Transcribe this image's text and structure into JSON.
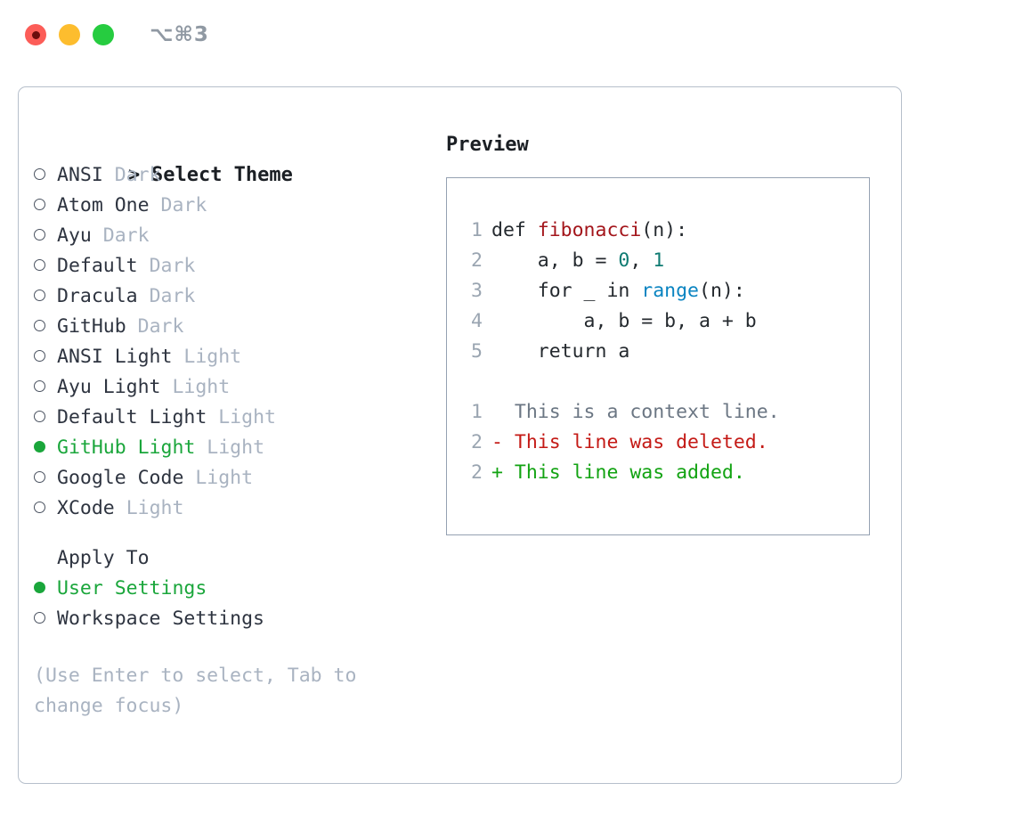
{
  "window": {
    "title": "⌥⌘3",
    "traffic_lights": [
      {
        "name": "close",
        "color": "#fc5d58"
      },
      {
        "name": "minimize",
        "color": "#fdbd2e"
      },
      {
        "name": "maximize",
        "color": "#26cc40"
      }
    ]
  },
  "theme_list": {
    "heading": "Select Theme",
    "heading_marker": ">",
    "items": [
      {
        "marker": "○",
        "name": "ANSI",
        "badge": "Dark",
        "selected": false
      },
      {
        "marker": "○",
        "name": "Atom One",
        "badge": "Dark",
        "selected": false
      },
      {
        "marker": "○",
        "name": "Ayu",
        "badge": "Dark",
        "selected": false
      },
      {
        "marker": "○",
        "name": "Default",
        "badge": "Dark",
        "selected": false
      },
      {
        "marker": "○",
        "name": "Dracula",
        "badge": "Dark",
        "selected": false
      },
      {
        "marker": "○",
        "name": "GitHub",
        "badge": "Dark",
        "selected": false
      },
      {
        "marker": "○",
        "name": "ANSI Light",
        "badge": "Light",
        "selected": false
      },
      {
        "marker": "○",
        "name": "Ayu Light",
        "badge": "Light",
        "selected": false
      },
      {
        "marker": "○",
        "name": "Default Light",
        "badge": "Light",
        "selected": false
      },
      {
        "marker": "●",
        "name": "GitHub Light",
        "badge": "Light",
        "selected": true
      },
      {
        "marker": "○",
        "name": "Google Code",
        "badge": "Light",
        "selected": false
      },
      {
        "marker": "○",
        "name": "XCode",
        "badge": "Light",
        "selected": false
      }
    ]
  },
  "apply_to": {
    "title": "Apply To",
    "options": [
      {
        "marker": "●",
        "label": "User Settings",
        "selected": true
      },
      {
        "marker": "○",
        "label": "Workspace Settings",
        "selected": false
      }
    ]
  },
  "hint": "(Use Enter to select, Tab to change focus)",
  "preview": {
    "title": "Preview",
    "code_lines": [
      {
        "num": "1",
        "tokens": [
          {
            "t": "def ",
            "c": "tok-def"
          },
          {
            "t": "fibonacci",
            "c": "tok-fn"
          },
          {
            "t": "(n):",
            "c": "tok-def"
          }
        ]
      },
      {
        "num": "2",
        "tokens": [
          {
            "t": "    a, b = ",
            "c": "tok-def"
          },
          {
            "t": "0",
            "c": "tok-num"
          },
          {
            "t": ", ",
            "c": "tok-def"
          },
          {
            "t": "1",
            "c": "tok-num"
          }
        ]
      },
      {
        "num": "3",
        "tokens": [
          {
            "t": "    for _ in ",
            "c": "tok-def"
          },
          {
            "t": "range",
            "c": "tok-bi"
          },
          {
            "t": "(n):",
            "c": "tok-def"
          }
        ]
      },
      {
        "num": "4",
        "tokens": [
          {
            "t": "        a, b = b, a + b",
            "c": "tok-def"
          }
        ]
      },
      {
        "num": "5",
        "tokens": [
          {
            "t": "    return a",
            "c": "tok-def"
          }
        ]
      }
    ],
    "diff_lines": [
      {
        "num": "1",
        "text": "  This is a context line.",
        "kind": "diff-ctx"
      },
      {
        "num": "2",
        "text": "- This line was deleted.",
        "kind": "diff-del"
      },
      {
        "num": "2",
        "text": "+ This line was added.",
        "kind": "diff-add"
      }
    ]
  },
  "colors": {
    "accent_green": "#1aa63b",
    "badge_gray": "#a9b3c1",
    "text": "#2e3440",
    "border": "#b6bfcb",
    "preview_border": "#95a1b2",
    "diff_add": "#12a312",
    "diff_del": "#c41a16",
    "fn_red": "#a3151b",
    "num_teal": "#0f7b72",
    "builtin_blue": "#0a84c1"
  }
}
